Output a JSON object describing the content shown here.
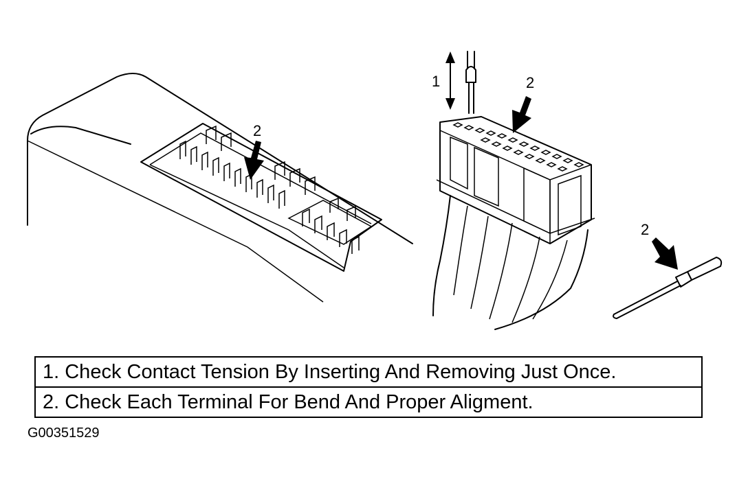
{
  "labels": {
    "left_arrow_number": "2",
    "center_arrow_number_1": "1",
    "center_arrow_number_2": "2",
    "right_arrow_number": "2"
  },
  "instructions": [
    "1. Check Contact Tension By Inserting And Removing Just Once.",
    "2. Check Each Terminal For Bend And Proper Aligment."
  ],
  "figure_code": "G00351529"
}
